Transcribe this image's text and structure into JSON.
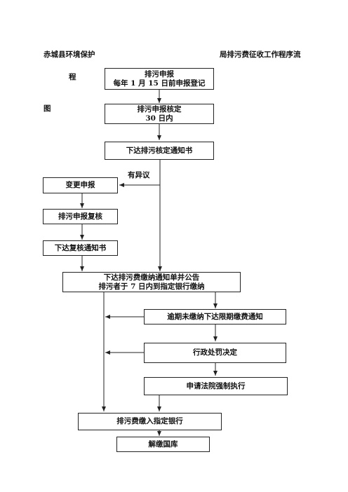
{
  "header": {
    "left_title": "赤城县环境保护",
    "right_title": "局排污费征收工作程序流",
    "side_char_1": "程",
    "side_char_2": "图"
  },
  "nodes": {
    "declare": {
      "line1": "排污申报",
      "line2": "每年 1 月 15 日前申报登记"
    },
    "verify": {
      "line1": "排污申报核定",
      "line2": "30 日内"
    },
    "notice": {
      "line1": "下达排污核定通知书"
    },
    "objection": {
      "label": "有异议"
    },
    "change": {
      "line1": "变更申报"
    },
    "recheck": {
      "line1": "排污申报复核"
    },
    "recheck_notice": {
      "line1": "下达复核通知书"
    },
    "payment_notice": {
      "line1": "下达排污费缴纳通知单并公告",
      "line2": "排污者于 7 日内到指定银行缴纳"
    },
    "overdue": {
      "line1": "逾期未缴纳下达限期缴费通知"
    },
    "penalty": {
      "line1": "行政处罚决定"
    },
    "court": {
      "line1": "申请法院强制执行"
    },
    "bank": {
      "line1": "排污费缴入指定银行"
    },
    "treasury": {
      "line1": "解缴国库"
    }
  }
}
